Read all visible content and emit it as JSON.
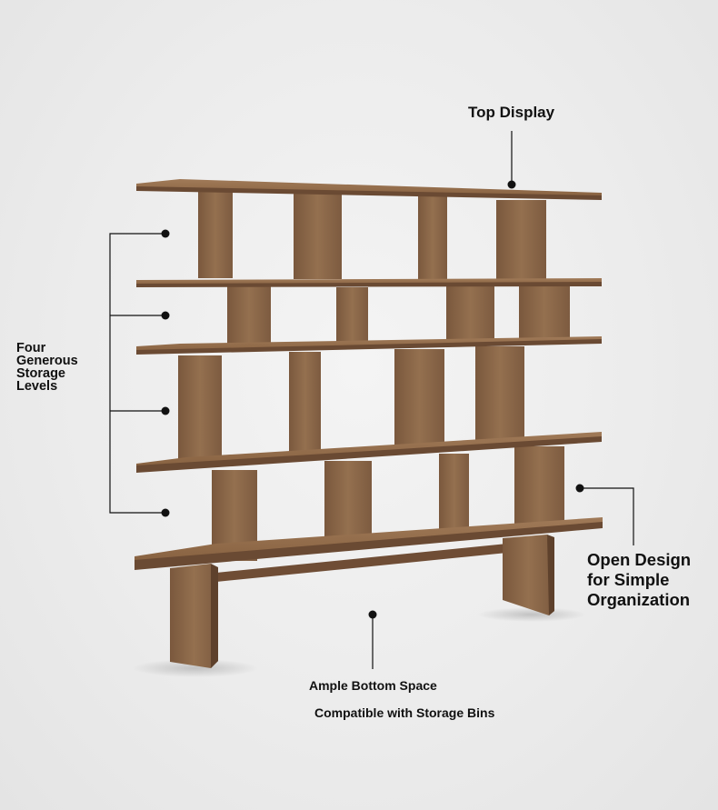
{
  "callouts": {
    "top_display": "Top Display",
    "four_levels": [
      "Four",
      "Generous",
      "Storage",
      "Levels"
    ],
    "open_design": [
      "Open Design",
      "for Simple",
      "Organization"
    ],
    "ample_bottom": "Ample Bottom Space",
    "compatible_bins": "Compatible with Storage Bins"
  },
  "colors": {
    "wood_face": "#8a6446",
    "wood_light": "#a17a58",
    "wood_dark": "#6a4a33",
    "wood_edge": "#5c3f2b",
    "line": "#111111"
  }
}
